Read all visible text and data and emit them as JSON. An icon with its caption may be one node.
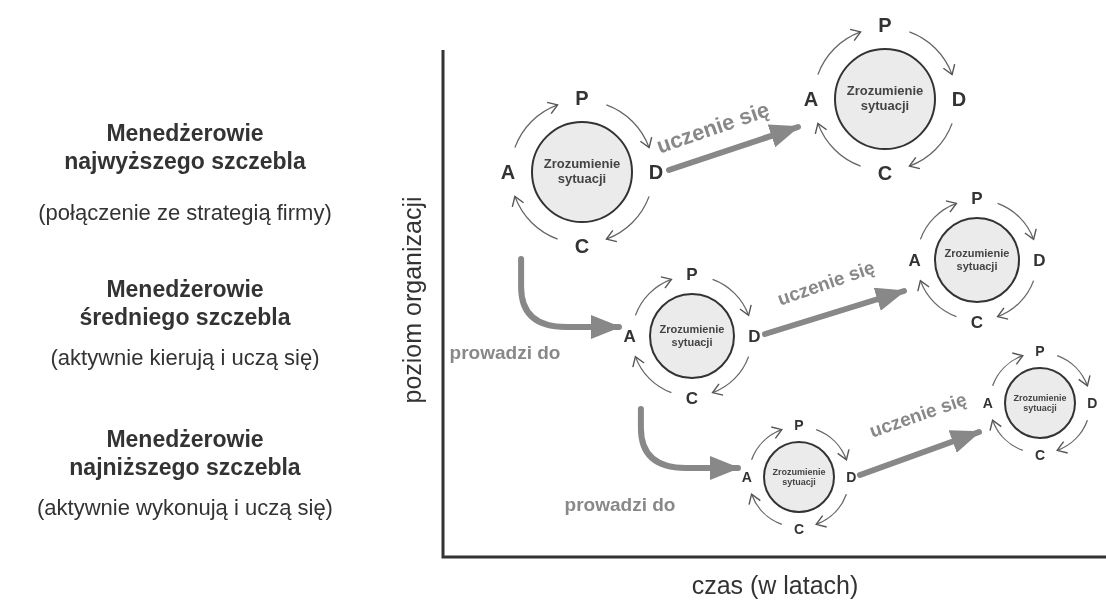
{
  "diagram": {
    "nodes": [
      {
        "text": [
          "Zrozumienie sytuacji"
        ],
        "beside": [
          "P",
          "A",
          "D",
          "C"
        ]
      },
      {
        "text": [
          "Zrozumienie sytuacji"
        ],
        "beside": [
          "P",
          "A",
          "D",
          "C"
        ]
      },
      {
        "text": [
          "Zrozumienie sytuacji"
        ],
        "beside": [
          "P",
          "A",
          "D",
          "C"
        ]
      },
      {
        "text": [
          "Zrozumienie sytuacji"
        ],
        "beside": [
          "P",
          "A",
          "D",
          "C"
        ]
      },
      {
        "text": [
          "Zrozumienie sytuacji"
        ],
        "beside": [
          "P",
          "A",
          "D",
          "C"
        ]
      },
      {
        "text": [
          "Zrozumienie sytuacji"
        ],
        "beside": [
          "P",
          "A",
          "D",
          "C"
        ]
      }
    ],
    "edges": [
      {
        "from": 0,
        "to": 1,
        "arrow": "to",
        "label": "uczenie się"
      },
      {
        "from": 0,
        "to": 2,
        "arrow": "to",
        "label": "prowadzi do"
      },
      {
        "from": 2,
        "to": 3,
        "arrow": "to",
        "label": "uczenie się"
      },
      {
        "from": 2,
        "to": 4,
        "arrow": "to",
        "label": "prowadzi do"
      },
      {
        "from": 4,
        "to": 5,
        "arrow": "to",
        "label": "uczenie się"
      }
    ],
    "labels": [
      "Menedżerowie najwyższego szczebla",
      "(połączenie ze strategią firmy)",
      "Menedżerowie średniego szczebla",
      "(aktywnie kierują i uczą się)",
      "Menedżerowie najniższego szczebla",
      "(aktywnie wykonują i uczą się)",
      "poziom organizacji",
      "czas (w latach)"
    ]
  }
}
